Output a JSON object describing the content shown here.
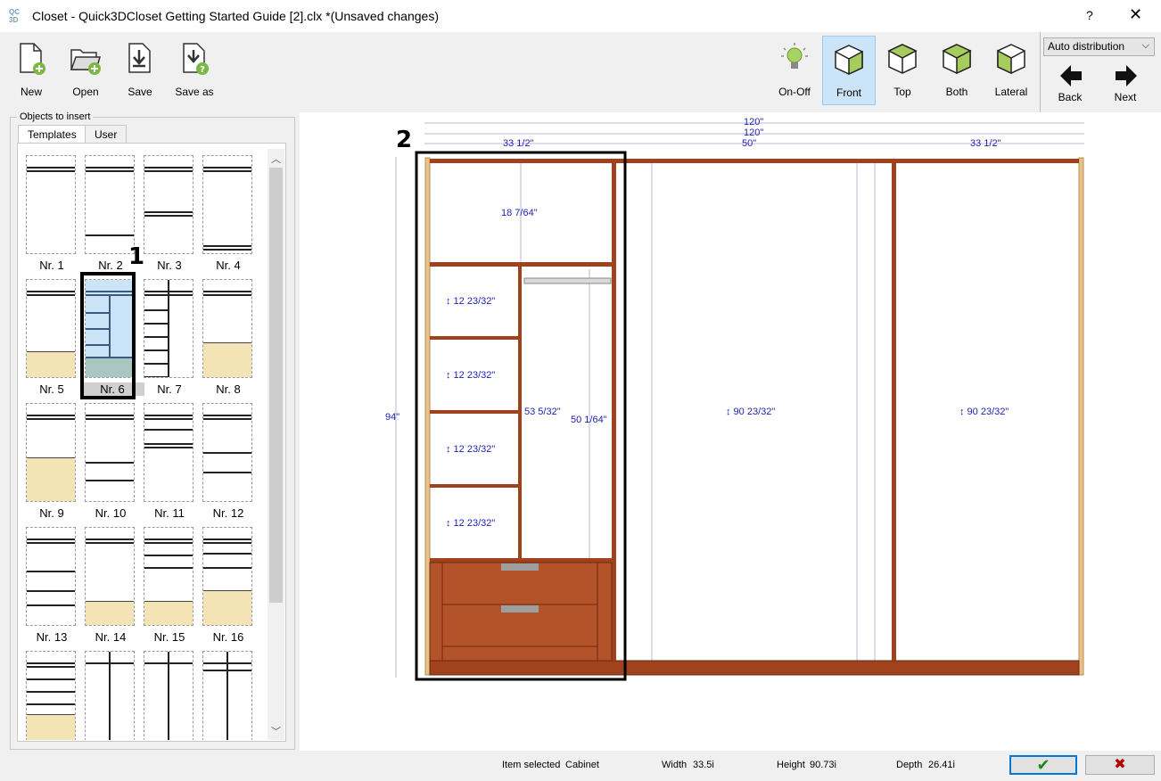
{
  "window": {
    "app_icon_text": "QC 3D",
    "title": "Closet - Quick3DCloset Getting Started Guide [2].clx *(Unsaved changes)",
    "help": "?",
    "close": "✕"
  },
  "toolbar": {
    "new": "New",
    "open": "Open",
    "save": "Save",
    "save_as": "Save as",
    "on_off": "On-Off",
    "front": "Front",
    "top": "Top",
    "both": "Both",
    "lateral": "Lateral",
    "distribution": "Auto distribution",
    "back": "Back",
    "next": "Next",
    "active_view": "Front"
  },
  "panel": {
    "group_title": "Objects to insert",
    "tabs": [
      "Templates",
      "User"
    ],
    "selected_template": "Nr. 6",
    "templates": [
      "Nr. 1",
      "Nr. 2",
      "Nr. 3",
      "Nr. 4",
      "Nr. 5",
      "Nr. 6",
      "Nr. 7",
      "Nr. 8",
      "Nr. 9",
      "Nr. 10",
      "Nr. 11",
      "Nr. 12",
      "Nr. 13",
      "Nr. 14",
      "Nr. 15",
      "Nr. 16",
      "",
      "",
      "",
      ""
    ]
  },
  "annotations": {
    "callout_1": "1",
    "callout_2": "2"
  },
  "dimensions": {
    "total_width_1": "120\"",
    "total_width_2": "120\"",
    "left_width": "33 1/2\"",
    "middle_width": "50\"",
    "right_width": "33 1/2\"",
    "total_height": "94\"",
    "top_shelf": "18 7/64\"",
    "cubby_1": "↕ 12 23/32\"",
    "cubby_2": "↕ 12 23/32\"",
    "cubby_3": "↕ 12 23/32\"",
    "cubby_4": "↕ 12 23/32\"",
    "hang_height": "53 5/32\"",
    "rod_height": "50 1/64\"",
    "middle_height": "↕ 90 23/32\"",
    "right_height": "↕ 90 23/32\""
  },
  "status": {
    "item_label": "Item selected",
    "item_value": "Cabinet",
    "width_label": "Width",
    "width_value": "33.5i",
    "height_label": "Height",
    "height_value": "90.73i",
    "depth_label": "Depth",
    "depth_value": "26.41i",
    "ok": "✔",
    "cancel": "✖"
  },
  "colors": {
    "wood": "#a0421e",
    "panel_edge": "#e8c28a",
    "selection_blue": "#cce4f7",
    "dimension": "#1f1fb0",
    "drawer_fill": "#f3e3b5"
  }
}
